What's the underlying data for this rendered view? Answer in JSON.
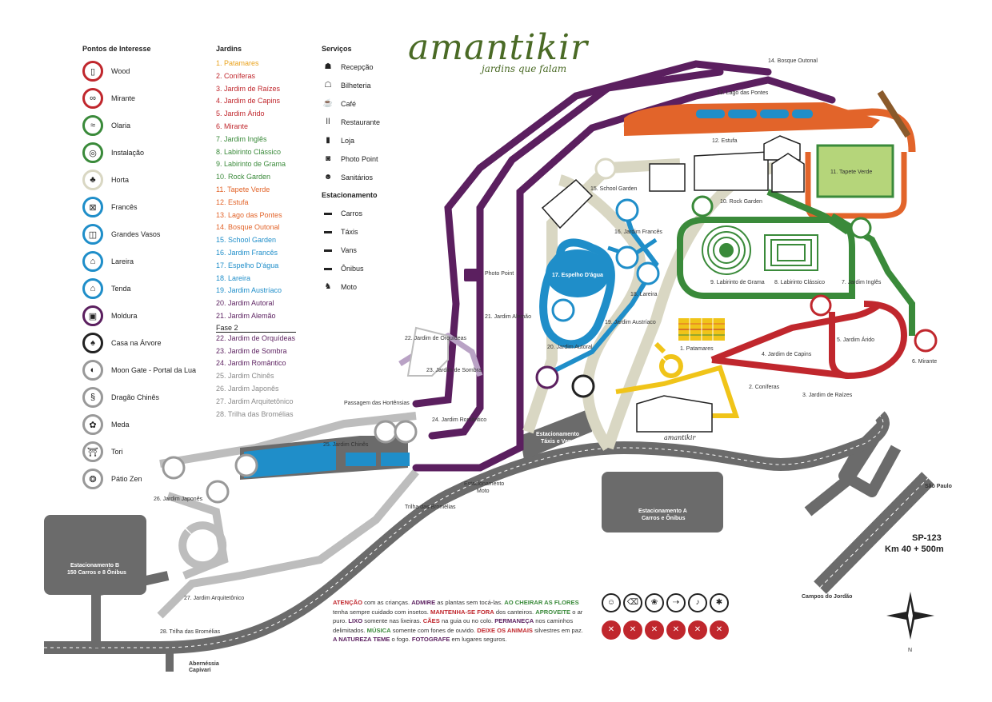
{
  "brand": {
    "name": "amantikir",
    "tagline": "jardins que falam"
  },
  "legend": {
    "poi_title": "Pontos de Interesse",
    "poi": [
      {
        "label": "Wood",
        "icon": "wood-icon",
        "color": "#c0272d",
        "glyph": "▯"
      },
      {
        "label": "Mirante",
        "icon": "binoculars-icon",
        "color": "#c0272d",
        "glyph": "∞"
      },
      {
        "label": "Olaria",
        "icon": "tiles-icon",
        "color": "#3a8a3a",
        "glyph": "≈"
      },
      {
        "label": "Instalação",
        "icon": "installation-icon",
        "color": "#3a8a3a",
        "glyph": "◎"
      },
      {
        "label": "Horta",
        "icon": "beet-icon",
        "color": "#d9d7c3",
        "glyph": "♣"
      },
      {
        "label": "Francês",
        "icon": "french-icon",
        "color": "#1f8ec9",
        "glyph": "⊠"
      },
      {
        "label": "Grandes Vasos",
        "icon": "vases-icon",
        "color": "#1f8ec9",
        "glyph": "◫"
      },
      {
        "label": "Lareira",
        "icon": "fireplace-icon",
        "color": "#1f8ec9",
        "glyph": "⌂"
      },
      {
        "label": "Tenda",
        "icon": "tent-icon",
        "color": "#1f8ec9",
        "glyph": "⌂"
      },
      {
        "label": "Moldura",
        "icon": "frame-icon",
        "color": "#5b1f5f",
        "glyph": "▣"
      },
      {
        "label": "Casa na Árvore",
        "icon": "treehouse-icon",
        "color": "#222222",
        "glyph": "♠"
      },
      {
        "label": "Moon Gate - Portal da Lua",
        "icon": "moon-gate-icon",
        "color": "#999999",
        "glyph": "◐"
      },
      {
        "label": "Dragão Chinês",
        "icon": "dragon-icon",
        "color": "#999999",
        "glyph": "§"
      },
      {
        "label": "Meda",
        "icon": "meda-icon",
        "color": "#999999",
        "glyph": "✿"
      },
      {
        "label": "Tori",
        "icon": "torii-icon",
        "color": "#999999",
        "glyph": "⛩"
      },
      {
        "label": "Pátio Zen",
        "icon": "zen-icon",
        "color": "#999999",
        "glyph": "❂"
      }
    ],
    "gardens_title": "Jardins",
    "gardens": [
      {
        "label": "1. Patamares",
        "color": "#e9a21c"
      },
      {
        "label": "2. Coníferas",
        "color": "#c0272d"
      },
      {
        "label": "3. Jardim de Raízes",
        "color": "#c0272d"
      },
      {
        "label": "4. Jardim de Capins",
        "color": "#c0272d"
      },
      {
        "label": "5. Jardim Árido",
        "color": "#c0272d"
      },
      {
        "label": "6. Mirante",
        "color": "#c0272d"
      },
      {
        "label": "7. Jardim Inglês",
        "color": "#3a8a3a"
      },
      {
        "label": "8. Labirinto Clássico",
        "color": "#3a8a3a"
      },
      {
        "label": "9. Labirinto de Grama",
        "color": "#3a8a3a"
      },
      {
        "label": "10. Rock Garden",
        "color": "#3a8a3a"
      },
      {
        "label": "11. Tapete Verde",
        "color": "#e2642a"
      },
      {
        "label": "12. Estufa",
        "color": "#e2642a"
      },
      {
        "label": "13. Lago das Pontes",
        "color": "#e2642a"
      },
      {
        "label": "14. Bosque Outonal",
        "color": "#e2642a"
      },
      {
        "label": "15. School Garden",
        "color": "#1f8ec9"
      },
      {
        "label": "16. Jardim Francês",
        "color": "#1f8ec9"
      },
      {
        "label": "17. Espelho D'água",
        "color": "#1f8ec9"
      },
      {
        "label": "18. Lareira",
        "color": "#1f8ec9"
      },
      {
        "label": "19. Jardim Austríaco",
        "color": "#1f8ec9"
      },
      {
        "label": "20. Jardim Autoral",
        "color": "#5b1f5f"
      },
      {
        "label": "21. Jardim Alemão",
        "color": "#5b1f5f"
      }
    ],
    "phase2_title": "Fase 2",
    "phase2": [
      {
        "label": "22. Jardim de Orquídeas",
        "color": "#5b1f5f"
      },
      {
        "label": "23. Jardim de Sombra",
        "color": "#5b1f5f"
      },
      {
        "label": "24. Jardim Romântico",
        "color": "#5b1f5f"
      },
      {
        "label": "25. Jardim Chinês",
        "color": "#8a8a8a"
      },
      {
        "label": "26. Jardim Japonês",
        "color": "#8a8a8a"
      },
      {
        "label": "27. Jardim Arquitetônico",
        "color": "#8a8a8a"
      },
      {
        "label": "28. Trilha das Bromélias",
        "color": "#8a8a8a"
      }
    ],
    "services_title": "Serviços",
    "services": [
      {
        "label": "Recepção",
        "icon": "reception-icon",
        "glyph": "☗"
      },
      {
        "label": "Bilheteria",
        "icon": "ticket-icon",
        "glyph": "☖"
      },
      {
        "label": "Café",
        "icon": "coffee-icon",
        "glyph": "☕"
      },
      {
        "label": "Restaurante",
        "icon": "cutlery-icon",
        "glyph": "ǀǀ"
      },
      {
        "label": "Loja",
        "icon": "shop-icon",
        "glyph": "▮"
      },
      {
        "label": "Photo Point",
        "icon": "camera-icon",
        "glyph": "◙"
      },
      {
        "label": "Sanitários",
        "icon": "toilet-icon",
        "glyph": "☻"
      }
    ],
    "parking_title": "Estacionamento",
    "parking": [
      {
        "label": "Carros",
        "icon": "car-icon",
        "glyph": "▬"
      },
      {
        "label": "Táxis",
        "icon": "taxi-icon",
        "glyph": "▬"
      },
      {
        "label": "Vans",
        "icon": "van-icon",
        "glyph": "▬"
      },
      {
        "label": "Ônibus",
        "icon": "bus-icon",
        "glyph": "▬"
      },
      {
        "label": "Moto",
        "icon": "motorcycle-icon",
        "glyph": "♞"
      }
    ]
  },
  "map_labels": {
    "bosque_outonal": "14. Bosque Outonal",
    "lago_pontes": "13. Lago das Pontes",
    "estufa": "12. Estufa",
    "tapete_verde": "11. Tapete Verde",
    "rock_garden": "10. Rock Garden",
    "school_garden": "15. School Garden",
    "jardim_frances": "16. Jardim Francês",
    "espelho": "17. Espelho D'água",
    "lareira": "18. Lareira",
    "austriaco": "19. Jardim Austríaco",
    "alemao": "21. Jardim Alemão",
    "autoral": "20. Jardim Autoral",
    "orquideas": "22. Jardim de Orquídeas",
    "sombra": "23. Jardim de Sombra",
    "romantico": "24. Jardim Romântico",
    "chines": "25. Jardim Chinês",
    "japones": "26. Jardim Japonês",
    "arquitetonico": "27. Jardim Arquitetônico",
    "bromelias_trail": "28. Trilha das Bromélias",
    "trilha": "Trilha das Bromélias",
    "passagem": "Passagem das Hortênsias",
    "photo_point": "Photo Point",
    "lab_grama": "9. Labirinto de Grama",
    "lab_classico": "8. Labirinto Clássico",
    "ingles": "7. Jardim Inglês",
    "patamares": "1. Patamares",
    "capins": "4. Jardim de Capins",
    "arido": "5. Jardim Árido",
    "mirante": "6. Mirante",
    "coniferas": "2. Coníferas",
    "raizes": "3. Jardim de Raízes",
    "est_taxi": "Estacionamento",
    "est_taxi_sub": "Táxis e Vans",
    "est_moto": "Estacionamento",
    "est_moto_sub": "Moto",
    "est_a": "Estacionamento A",
    "est_a_sub": "Carros e Ônibus",
    "est_b": "Estacionamento B",
    "est_b_sub": "150 Carros e 8 Ônibus",
    "sao_paulo": "São Paulo",
    "sp123": "SP-123",
    "km": "Km 40 + 500m",
    "campos": "Campos do Jordão",
    "abernessia": "Abernéssia",
    "capivari": "Capivari",
    "north": "N",
    "logo_small": "amantikir"
  },
  "notice": [
    {
      "t": "ATENÇÃO",
      "c": "#c0272d",
      "b": true
    },
    {
      "t": " com as crianças. ",
      "c": "#333"
    },
    {
      "t": "ADMIRE",
      "c": "#5b1f5f",
      "b": true
    },
    {
      "t": " as plantas sem tocá-las. ",
      "c": "#333"
    },
    {
      "t": "AO CHEIRAR AS FLORES",
      "c": "#3a8a3a",
      "b": true
    },
    {
      "t": " tenha sempre cuidado com insetos. ",
      "c": "#333"
    },
    {
      "t": "MANTENHA-SE FORA",
      "c": "#c0272d",
      "b": true
    },
    {
      "t": " dos canteiros. ",
      "c": "#333"
    },
    {
      "t": "APROVEITE",
      "c": "#3a8a3a",
      "b": true
    },
    {
      "t": " o ar puro. ",
      "c": "#333"
    },
    {
      "t": "LIXO",
      "c": "#5b1f5f",
      "b": true
    },
    {
      "t": " somente nas lixeiras. ",
      "c": "#333"
    },
    {
      "t": "CÃES",
      "c": "#c0272d",
      "b": true
    },
    {
      "t": " na guia ou no colo. ",
      "c": "#333"
    },
    {
      "t": "PERMANEÇA",
      "c": "#5b1f5f",
      "b": true
    },
    {
      "t": " nos caminhos delimitados. ",
      "c": "#333"
    },
    {
      "t": "MÚSICA",
      "c": "#3a8a3a",
      "b": true
    },
    {
      "t": " somente com fones de ouvido. ",
      "c": "#333"
    },
    {
      "t": "DEIXE OS ANIMAIS",
      "c": "#c0272d",
      "b": true
    },
    {
      "t": " silvestres em paz. ",
      "c": "#333"
    },
    {
      "t": "A NATUREZA TEME",
      "c": "#5b1f5f",
      "b": true
    },
    {
      "t": " o fogo. ",
      "c": "#333"
    },
    {
      "t": "FOTOGRAFE",
      "c": "#5b1f5f",
      "b": true
    },
    {
      "t": " em lugares seguros.",
      "c": "#333"
    }
  ],
  "rules": {
    "allowed": [
      "child-icon",
      "trash-icon",
      "flower-icon",
      "trail-icon",
      "music-icon",
      "bug-icon"
    ],
    "prohibited": [
      "no-fire-icon",
      "no-pets-icon",
      "no-picking-icon",
      "no-feeding-icon",
      "no-climbing-icon",
      "no-trampling-icon"
    ]
  },
  "colors": {
    "purple": "#5b1f5f",
    "orange": "#e2642a",
    "green": "#3a8a3a",
    "red": "#c0272d",
    "blue": "#1f8ec9",
    "beige": "#d9d7c3",
    "yellow": "#f0c419",
    "gray": "#6b6b6b",
    "lightgray": "#bdbdbd"
  }
}
